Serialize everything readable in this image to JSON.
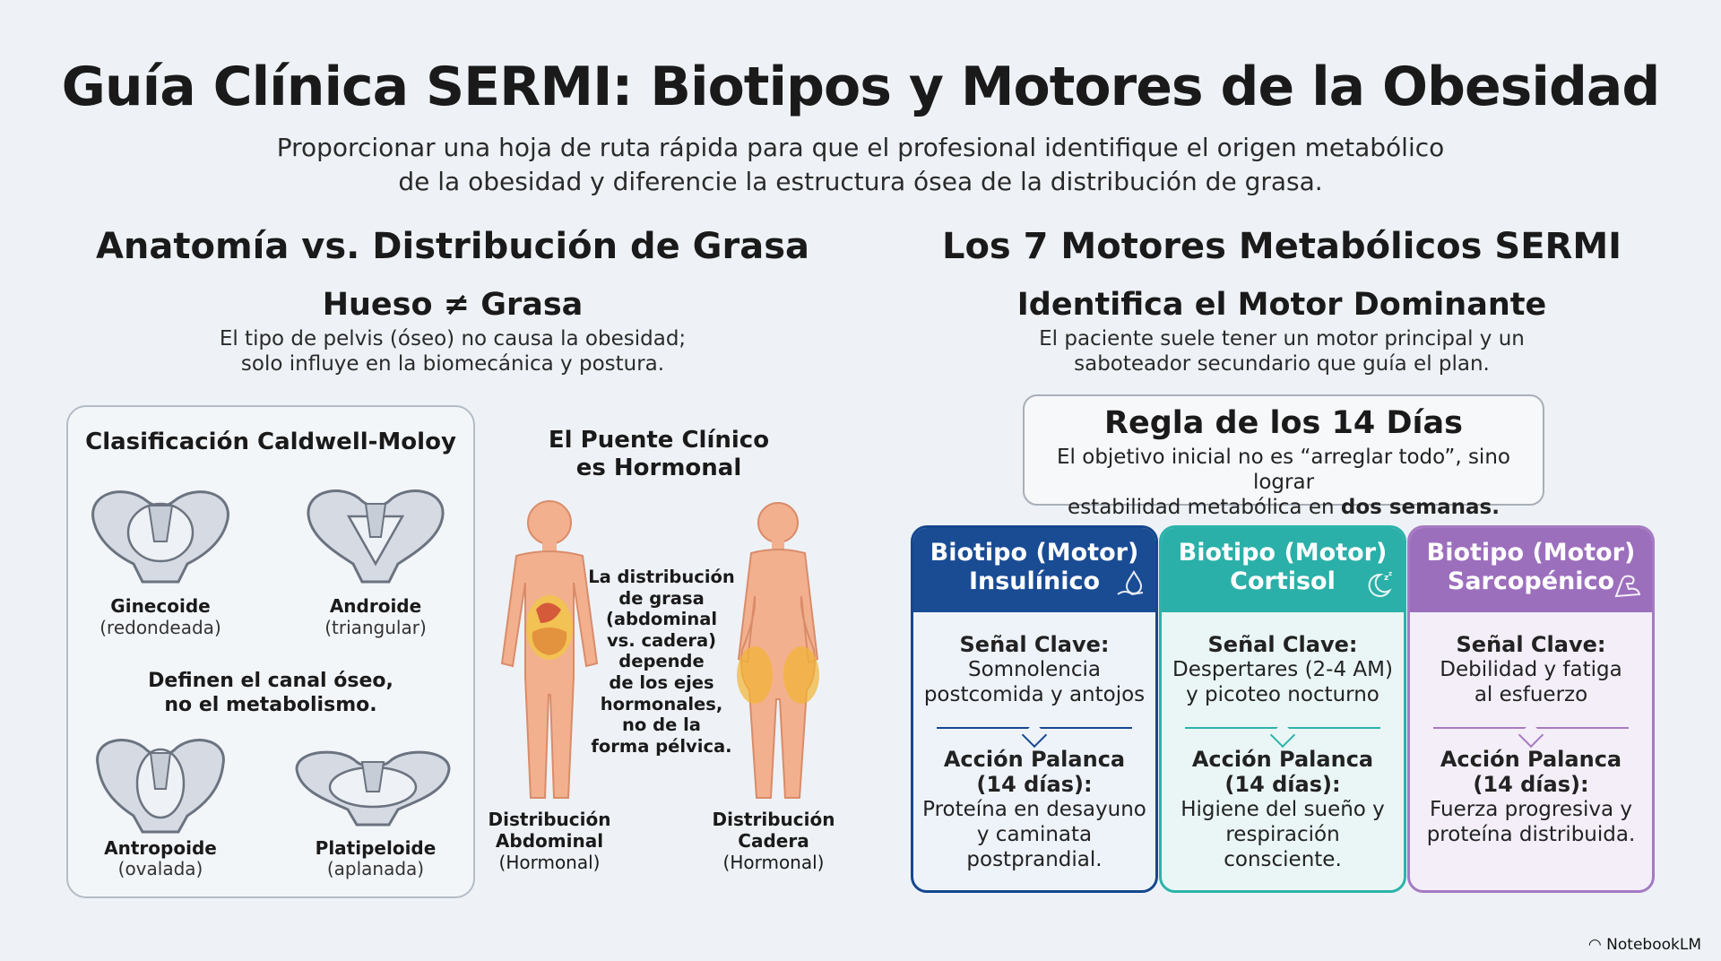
{
  "title": "Guía Clínica SERMI: Biotipos y Motores de la Obesidad",
  "subtitle_line1": "Proporcionar una hoja de ruta rápida para que el profesional identifique el origen metabólico",
  "subtitle_line2": "de la obesidad y diferencie la estructura ósea de la distribución de grasa.",
  "left": {
    "heading": "Anatomía vs. Distribución de Grasa",
    "subheading": "Hueso ≠ Grasa",
    "desc_line1": "El tipo de pelvis (óseo) no causa la obesidad;",
    "desc_line2": "solo influye en la biomecánica y postura.",
    "box_title": "Clasificación Caldwell-Moloy",
    "pelvis": [
      {
        "name": "Ginecoide",
        "shape": "(redondeada)"
      },
      {
        "name": "Androide",
        "shape": "(triangular)"
      },
      {
        "name": "Antropoide",
        "shape": "(ovalada)"
      },
      {
        "name": "Platipeloide",
        "shape": "(aplanada)"
      }
    ],
    "canal_line1": "Definen el canal óseo,",
    "canal_line2": "no el metabolismo.",
    "bridge_line1": "El Puente Clínico",
    "bridge_line2": "es Hormonal",
    "bridge_text": [
      "La distribución",
      "de grasa",
      "(abdominal",
      "vs. cadera)",
      "depende",
      "de los ejes",
      "hormonales,",
      "no de la",
      "forma pélvica."
    ],
    "figure_left": [
      "Distribución",
      "Abdominal",
      "(Hormonal)"
    ],
    "figure_right": [
      "Distribución",
      "Cadera",
      "(Hormonal)"
    ]
  },
  "right": {
    "heading": "Los 7 Motores Metabólicos SERMI",
    "subheading": "Identifica el Motor Dominante",
    "desc_line1": "El paciente suele tener un motor principal y un",
    "desc_line2": "saboteador secundario que guía el plan.",
    "rule_title": "Regla de los 14 Días",
    "rule_line1": "El objetivo inicial no es “arreglar todo”, sino lograr",
    "rule_line2a": "estabilidad metabólica en ",
    "rule_line2b": "dos semanas.",
    "cards": [
      {
        "head1": "Biotipo (Motor)",
        "head2": "Insulínico",
        "icon": "water-drop-hand-icon",
        "signal_label": "Señal Clave:",
        "signal_l1": "Somnolencia",
        "signal_l2": "postcomida y antojos",
        "action_l1": "Acción Palanca",
        "action_l2": "(14 días):",
        "text_l1": "Proteína en desayuno",
        "text_l2": "y caminata",
        "text_l3": "postprandial."
      },
      {
        "head1": "Biotipo (Motor)",
        "head2": "Cortisol",
        "icon": "moon-sleep-icon",
        "signal_label": "Señal Clave:",
        "signal_l1": "Despertares (2-4 AM)",
        "signal_l2": "y picoteo nocturno",
        "action_l1": "Acción Palanca",
        "action_l2": "(14 días):",
        "text_l1": "Higiene del sueño y",
        "text_l2": "respiración",
        "text_l3": "consciente."
      },
      {
        "head1": "Biotipo (Motor)",
        "head2": "Sarcopénico",
        "icon": "flexed-arm-icon",
        "signal_label": "Señal Clave:",
        "signal_l1": "Debilidad y fatiga",
        "signal_l2": "al esfuerzo",
        "action_l1": "Acción Palanca",
        "action_l2": "(14 días):",
        "text_l1": "Fuerza progresiva y",
        "text_l2": "proteína distribuida.",
        "text_l3": ""
      }
    ]
  },
  "brand": "NotebookLM"
}
